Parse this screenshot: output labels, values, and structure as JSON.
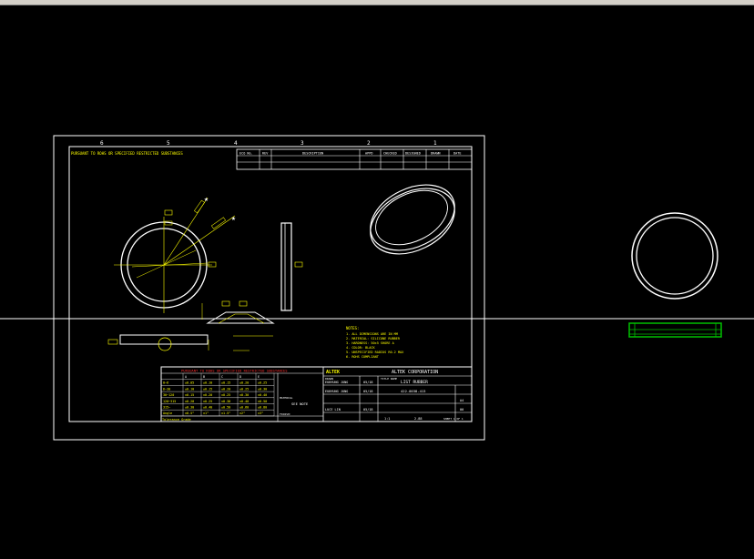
{
  "window": {
    "title": ""
  },
  "colors": {
    "background": "#000000",
    "border": "#ffffff",
    "annotation": "#ffff00",
    "selected": "#00c000"
  },
  "title_block": {
    "warning": "PURSUANT TO ROHS OR SPECIFIED RESTRICTED SUBSTANCES",
    "title_label": "TITLE NAME",
    "company": "ALTEK CORPORATION",
    "part_name": "LIST RUBBER",
    "part_no": "422-0038-413",
    "drawn_label": "DRAWN",
    "drawn_by": "EUNYUNG JUNG",
    "checked_by": "EUNYUNG JUNG",
    "approved_by": "LUCE LIN",
    "date_1": "05/18",
    "date_2": "05/18",
    "date_3": "05/18",
    "material_label": "MATERIAL",
    "material": "SEE NOTE",
    "finish_label": "FINISH: ",
    "scale": "1:1",
    "weight": "2.88",
    "sheet": "SHEET 1 OF 1",
    "size": "A4",
    "rev": "00",
    "tolerance_label": "Tolerance Grade"
  },
  "revision_table": {
    "headers": [
      "ECO No.",
      "REV",
      "DESCRIPTION",
      "APPD",
      "CHECKED",
      "DESIGNED",
      "DRAWN",
      "DATE"
    ]
  },
  "zone_labels": [
    "6",
    "5",
    "4",
    "3",
    "2",
    "1"
  ],
  "tolerance_table": {
    "cols": [
      "",
      "A",
      "B",
      "C",
      "D",
      "E"
    ],
    "rows": [
      [
        "0~6",
        "±0.05",
        "±0.10",
        "±0.15",
        "±0.20",
        "±0.25"
      ],
      [
        "6~30",
        "±0.10",
        "±0.15",
        "±0.20",
        "±0.25",
        "±0.30"
      ],
      [
        "30~120",
        "±0.15",
        "±0.20",
        "±0.25",
        "±0.30",
        "±0.40"
      ],
      [
        "120~315",
        "±0.20",
        "±0.25",
        "±0.30",
        "±0.40",
        "±0.50"
      ],
      [
        "315~",
        "±0.30",
        "±0.40",
        "±0.50",
        "±0.60",
        "±0.80"
      ],
      [
        "Angle",
        "±0.5°",
        "±1°",
        "±1.5°",
        "±2°",
        "±3°"
      ]
    ]
  },
  "notes": {
    "heading": "NOTES:",
    "items": [
      "1. ALL DIMENSIONS ARE IN MM",
      "2. MATERIAL: SILICONE RUBBER",
      "3. HARDNESS: 50±5 SHORE A",
      "4. COLOR: BLACK",
      "5. UNSPECIFIED RADIUS R0.2 MAX",
      "6. ROHS COMPLIANT"
    ]
  }
}
